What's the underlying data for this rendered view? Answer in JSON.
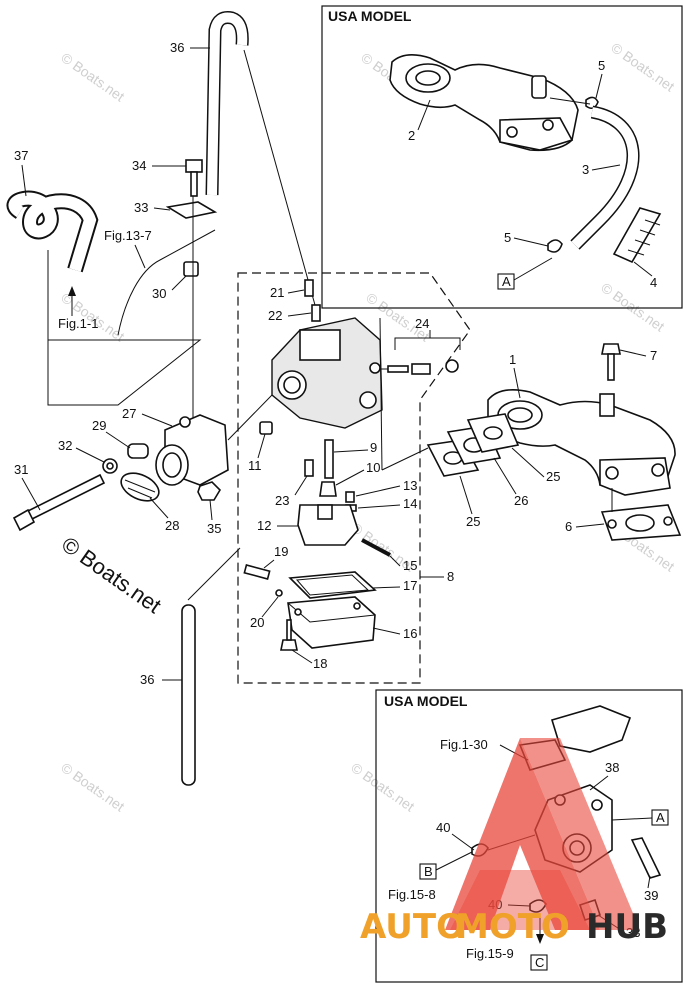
{
  "insets": {
    "top_title": "USA MODEL",
    "bottom_title": "USA MODEL"
  },
  "refs": {
    "fig_13_7": "Fig.13-7",
    "fig_1_1": "Fig.1-1",
    "fig_1_30": "Fig.1-30",
    "fig_15_8": "Fig.15-8",
    "fig_15_9": "Fig.15-9"
  },
  "tags": {
    "a_top": "A",
    "a_bottom": "A",
    "b": "B",
    "c": "C"
  },
  "parts": {
    "p1": "1",
    "p2": "2",
    "p3": "3",
    "p4": "4",
    "p5a": "5",
    "p5b": "5",
    "p6": "6",
    "p7": "7",
    "p8": "8",
    "p9": "9",
    "p10": "10",
    "p11": "11",
    "p12": "12",
    "p13": "13",
    "p14": "14",
    "p15": "15",
    "p16": "16",
    "p17": "17",
    "p18": "18",
    "p19": "19",
    "p20": "20",
    "p21": "21",
    "p22": "22",
    "p23": "23",
    "p24": "24",
    "p25a": "25",
    "p25b": "25",
    "p26": "26",
    "p27": "27",
    "p28": "28",
    "p29": "29",
    "p30": "30",
    "p31": "31",
    "p32": "32",
    "p33": "33",
    "p34": "34",
    "p35": "35",
    "p36a": "36",
    "p36b": "36",
    "p37": "37",
    "p38": "38",
    "p39": "39",
    "p40a": "40",
    "p40b": "40",
    "p33b": "33"
  },
  "watermark": {
    "copyright": "© Boats.net",
    "faint": "© Boats.net"
  },
  "brand": {
    "auto": "AUTO",
    "moto": "MOTO",
    "hub": "HUB",
    "color_red": "#e8473b",
    "color_orange": "#f0a12a",
    "color_dark": "#2a2a2a"
  }
}
